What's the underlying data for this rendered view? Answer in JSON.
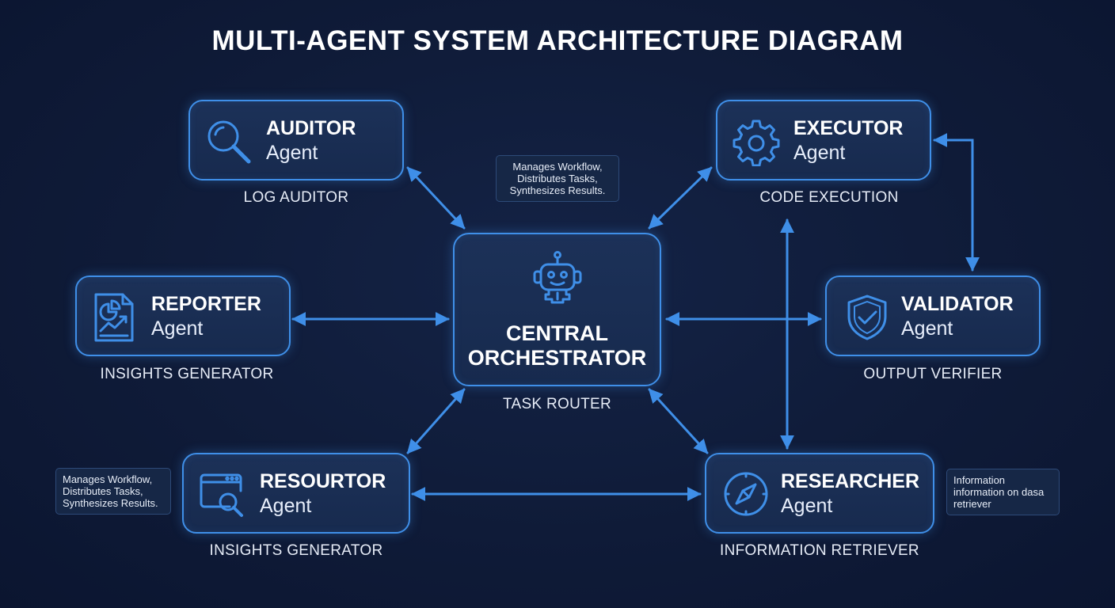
{
  "title": "MULTI-AGENT SYSTEM ARCHITECTURE DIAGRAM",
  "colors": {
    "background": "#0f1b38",
    "accent": "#3f8fe8",
    "node_fill": "#1a2d52",
    "text": "#ffffff"
  },
  "central": {
    "line1": "CENTRAL",
    "line2": "ORCHESTRATOR",
    "caption": "TASK ROUTER",
    "icon": "robot-icon"
  },
  "agents": {
    "auditor": {
      "name": "AUDITOR",
      "kind": "Agent",
      "caption": "LOG AUDITOR",
      "icon": "magnifier-icon"
    },
    "executor": {
      "name": "EXECUTOR",
      "kind": "Agent",
      "caption": "CODE EXECUTION",
      "icon": "gear-icon"
    },
    "reporter": {
      "name": "REPORTER",
      "kind": "Agent",
      "caption": "INSIGHTS GENERATOR",
      "icon": "report-chart-icon"
    },
    "validator": {
      "name": "VALIDATOR",
      "kind": "Agent",
      "caption": "OUTPUT VERIFIER",
      "icon": "shield-check-icon"
    },
    "resourtor": {
      "name": "RESOURTOR",
      "kind": "Agent",
      "caption": "INSIGHTS GENERATOR",
      "icon": "browser-search-icon"
    },
    "researcher": {
      "name": "RESEARCHER",
      "kind": "Agent",
      "caption": "INFORMATION RETRIEVER",
      "icon": "compass-icon"
    }
  },
  "notes": {
    "top": "Manages Workflow,\nDistributes Tasks,\nSynthesizes Results.",
    "left": "Manages Workflow,\nDistributes Tasks,\nSynthesizes Results.",
    "right": "Information\ninformation on dasa\nretriever"
  }
}
